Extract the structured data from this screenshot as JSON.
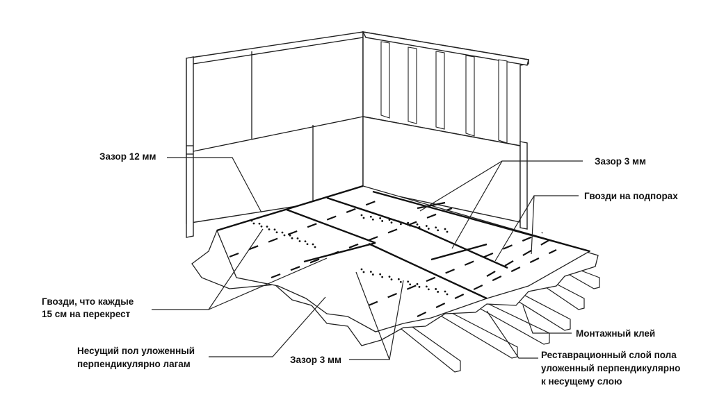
{
  "diagram": {
    "title": "",
    "labels": {
      "gap_12mm": "Зазор 12 мм",
      "gap_3mm_top": "Зазор 3 мм",
      "nails_on_supports": "Гвозди на подпорах",
      "nails_every_15cm_line1": "Гвозди, что каждые",
      "nails_every_15cm_line2": "15 см на перекрест",
      "subfloor_line1": "Несущий пол уложенный",
      "subfloor_line2": "перпендикулярно лагам",
      "gap_3mm_bottom": "Зазор 3 мм",
      "mounting_glue": "Монтажный клей",
      "underlayment_line1": "Реставрационный слой пола",
      "underlayment_line2": "уложенный перпендикулярно",
      "underlayment_line3": "к несущему слою"
    },
    "components": [
      "wall-left",
      "wall-right-framing",
      "floor-sheets",
      "floor-joists",
      "nails",
      "gaps"
    ]
  }
}
